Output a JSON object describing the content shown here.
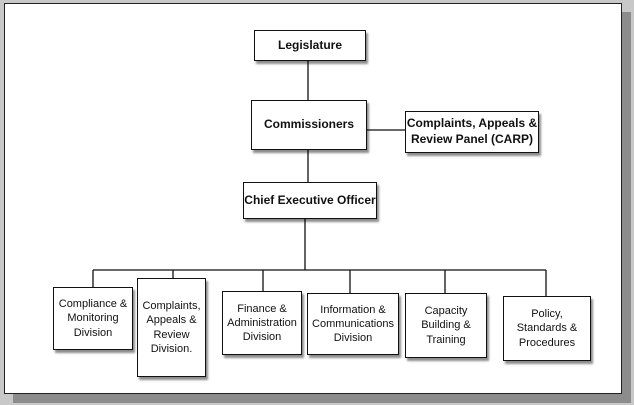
{
  "org_chart": {
    "legislature": "Legislature",
    "commissioners": "Commissioners",
    "carp": "Complaints, Appeals &\nReview Panel (CARP)",
    "ceo": "Chief Executive Officer",
    "divisions": [
      "Compliance &\nMonitoring\nDivision",
      "Complaints,\nAppeals &\nReview\nDivision.",
      "Finance &\nAdministration\nDivision",
      "Information &\nCommunications\nDivision",
      "Capacity\nBuilding &\nTraining",
      "Policy,\nStandards &\nProcedures"
    ]
  }
}
